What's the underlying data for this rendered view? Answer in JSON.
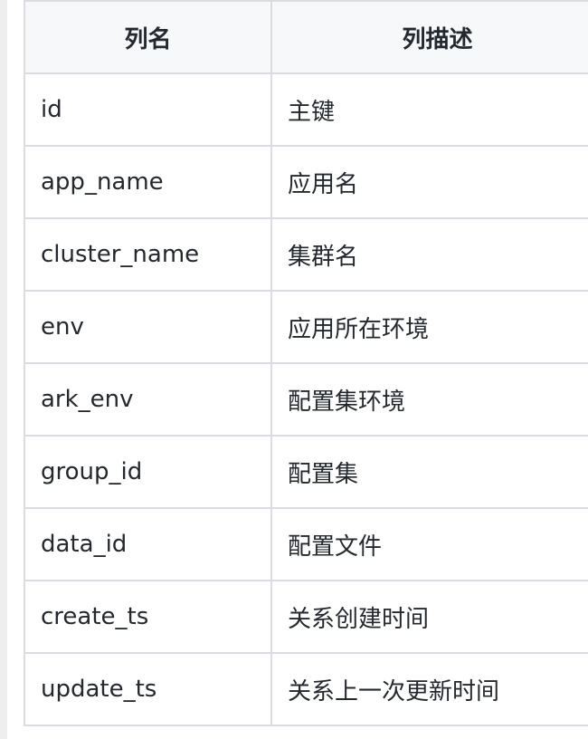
{
  "table": {
    "headers": [
      "列名",
      "列描述"
    ],
    "rows": [
      [
        "id",
        "主键"
      ],
      [
        "app_name",
        "应用名"
      ],
      [
        "cluster_name",
        "集群名"
      ],
      [
        "env",
        "应用所在环境"
      ],
      [
        "ark_env",
        "配置集环境"
      ],
      [
        "group_id",
        "配置集"
      ],
      [
        "data_id",
        "配置文件"
      ],
      [
        "create_ts",
        "关系创建时间"
      ],
      [
        "update_ts",
        "关系上一次更新时间"
      ]
    ]
  }
}
